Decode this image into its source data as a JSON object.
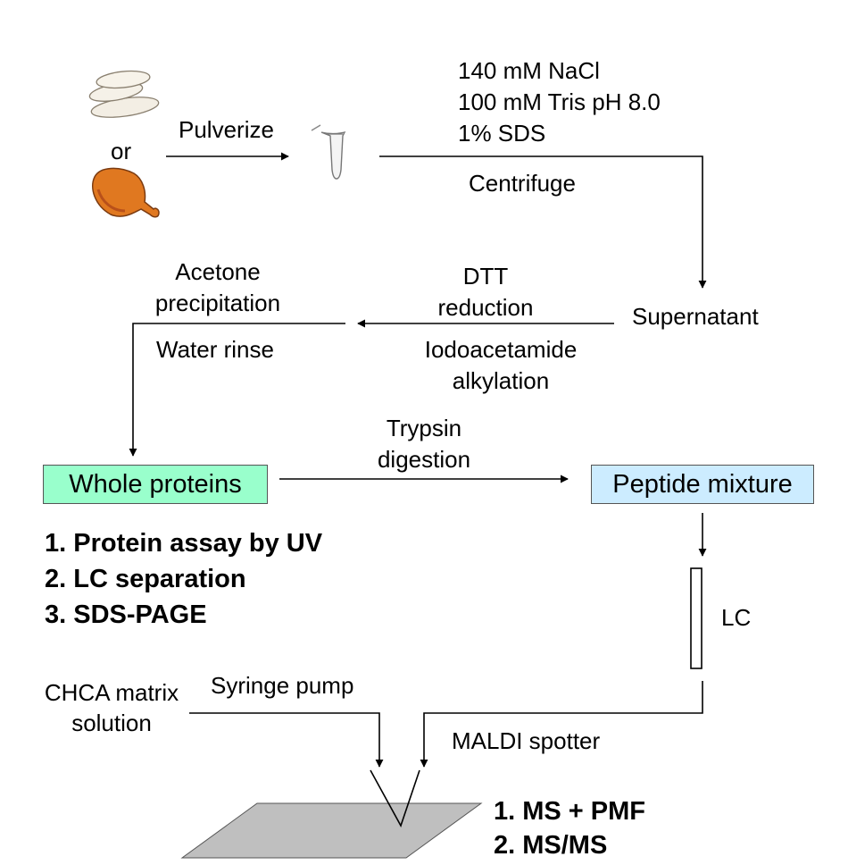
{
  "source": {
    "or_label": "or",
    "icons": {
      "meat": "chicken-breast-icon",
      "leg": "chicken-leg-icon",
      "tube": "microcentrifuge-tube-icon"
    }
  },
  "steps": {
    "pulverize": "Pulverize",
    "buffer": [
      "140 mM NaCl",
      "100 mM Tris pH 8.0",
      "1% SDS"
    ],
    "centrifuge": "Centrifuge",
    "supernatant": "Supernatant",
    "dtt": [
      "DTT",
      "reduction"
    ],
    "iodo": [
      "Iodoacetamide",
      "alkylation"
    ],
    "acetone": [
      "Acetone",
      "precipitation"
    ],
    "water_rinse": "Water rinse",
    "trypsin": [
      "Trypsin",
      "digestion"
    ],
    "lc": "LC",
    "chca": [
      "CHCA matrix",
      "solution"
    ],
    "syringe_pump": "Syringe pump",
    "maldi_spotter": "MALDI spotter"
  },
  "boxes": {
    "whole_proteins": {
      "label": "Whole proteins",
      "color": "#99FFCC"
    },
    "peptide_mixture": {
      "label": "Peptide mixture",
      "color": "#CCECFF"
    }
  },
  "analyses_whole": [
    "1. Protein assay by UV",
    "2. LC separation",
    "3. SDS-PAGE"
  ],
  "analyses_ms": [
    "1. MS + PMF",
    "2. MS/MS"
  ],
  "colors": {
    "plate": "#BFBFBF",
    "line": "#000000"
  }
}
